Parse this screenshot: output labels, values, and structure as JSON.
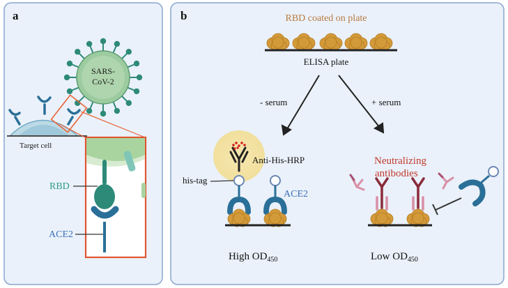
{
  "colors": {
    "panel_fill": "#e8f0fa",
    "panel_border": "#8aa6cf",
    "virus": "#7fb98f",
    "virus_dark": "#3f8d63",
    "spike": "#2e8a78",
    "receptor": "#2a6f98",
    "cell": "#bcd9e6",
    "highlight": "#f08a3c",
    "protein": "#d39a3a",
    "rbd_text": "#2f9b8a",
    "ace2_text": "#3b6fb5",
    "rbd_plate_text": "#b97a40",
    "neutralizing_text": "#c0392b",
    "antibody_dark": "#8a2b3a",
    "antibody_light": "#d98fa6",
    "hrp_halo": "#f3e2a8"
  },
  "panel_a": {
    "label": "a",
    "virus_label": "SARS-CoV-2",
    "cell_label": "Target cell",
    "rbd_label": "RBD",
    "ace2_label": "ACE2"
  },
  "panel_b": {
    "label": "b",
    "coated_label": "RBD coated on plate",
    "plate_label": "ELISA plate",
    "minus_serum": "- serum",
    "plus_serum": "+ serum",
    "hrp_label": "Anti-His-HRP",
    "his_tag_label": "his-tag",
    "ace2_label": "ACE2",
    "neutralizing_label_1": "Neutralizing",
    "neutralizing_label_2": "antibodies",
    "high_od": "High OD",
    "low_od": "Low OD",
    "od_subscript": "450"
  }
}
